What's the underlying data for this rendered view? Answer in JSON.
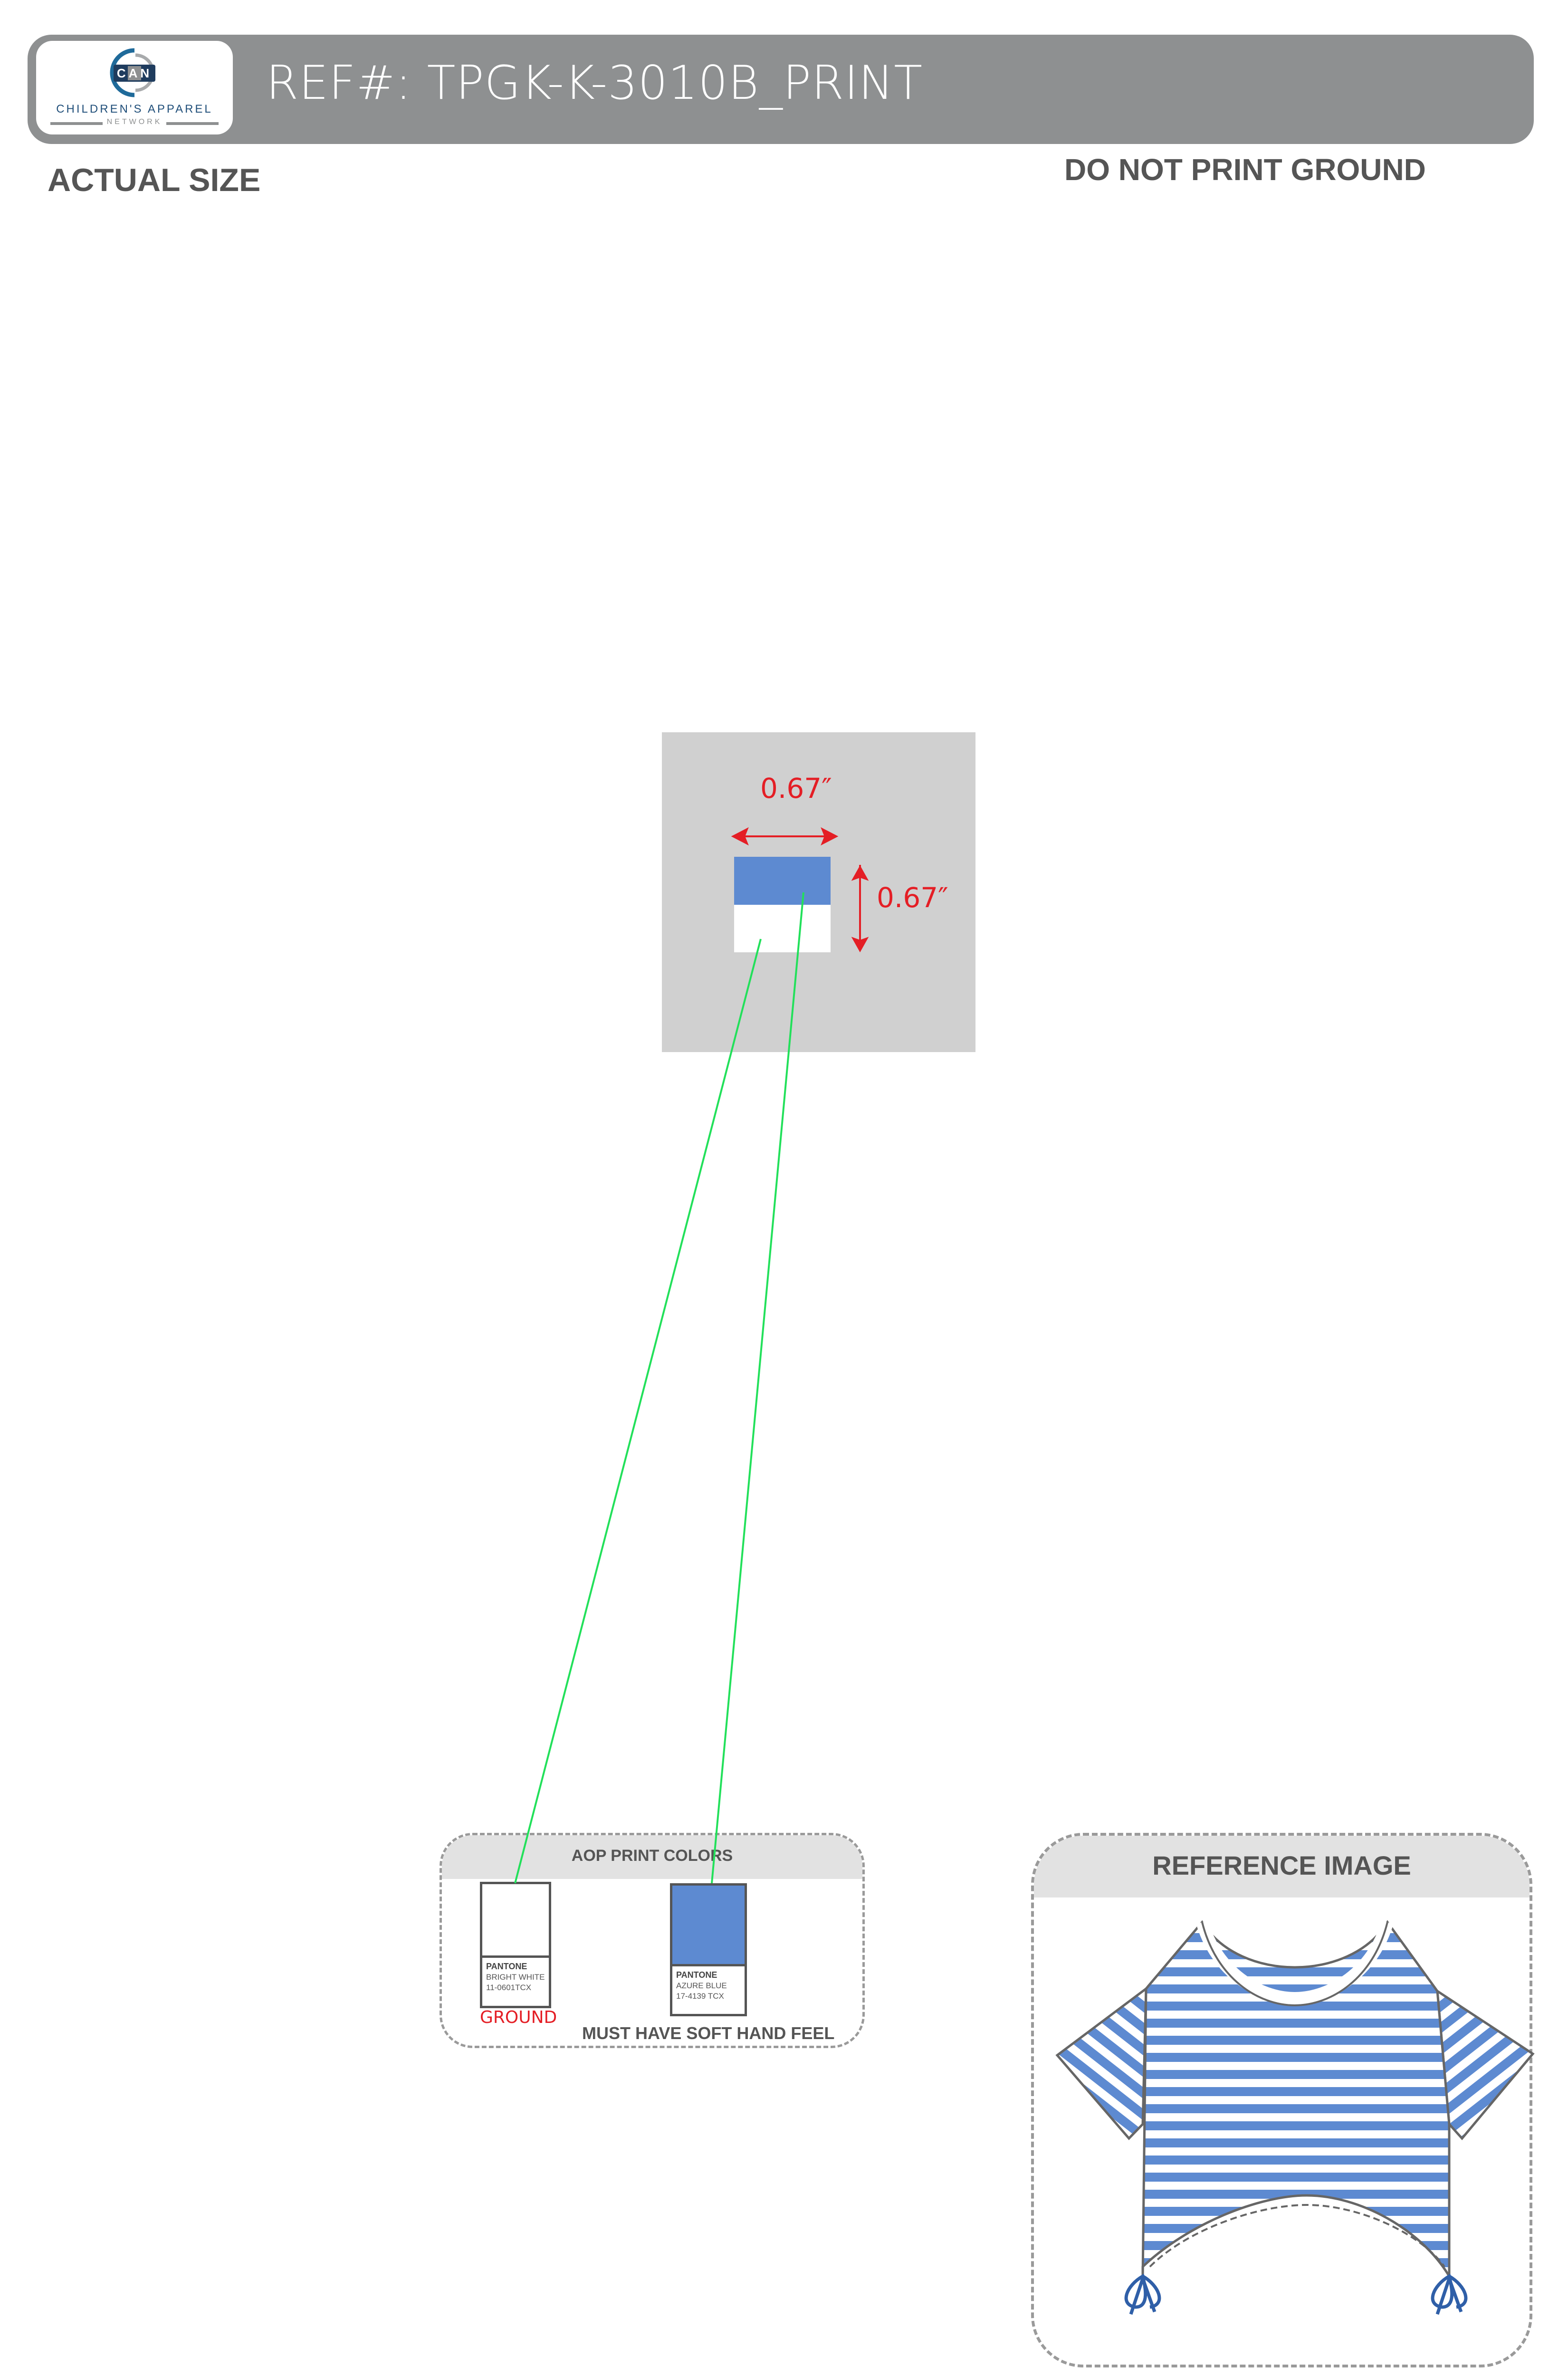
{
  "header": {
    "ref_label": "REF#: TPGK-K-3010B_PRINT",
    "logo": {
      "badge": "CAN",
      "line1": "CHILDREN'S APPAREL",
      "line2": "NETWORK"
    }
  },
  "notes": {
    "actual_size": "ACTUAL SIZE",
    "do_not_print": "DO NOT PRINT GROUND"
  },
  "repeat": {
    "width_label": "0.67″",
    "height_label": "0.67″",
    "colors": {
      "stripe": "#5d8ad1",
      "ground": "#ffffff",
      "frame": "#d0d0d0",
      "dimension": "#e41e25",
      "callout": "#22e05a"
    }
  },
  "aop_panel": {
    "title": "AOP PRINT COLORS",
    "chips": [
      {
        "brand": "PANTONE",
        "name": "BRIGHT WHITE",
        "code": "11-0601TCX",
        "hex": "#ffffff",
        "tag": "GROUND"
      },
      {
        "brand": "PANTONE",
        "name": "AZURE BLUE",
        "code": "17-4139 TCX",
        "hex": "#5d8ad1",
        "tag": ""
      }
    ],
    "footnote": "MUST HAVE SOFT HAND FEEL"
  },
  "reference_panel": {
    "title": "REFERENCE IMAGE",
    "garment": "striped cropped tee with side drawstring ties"
  }
}
